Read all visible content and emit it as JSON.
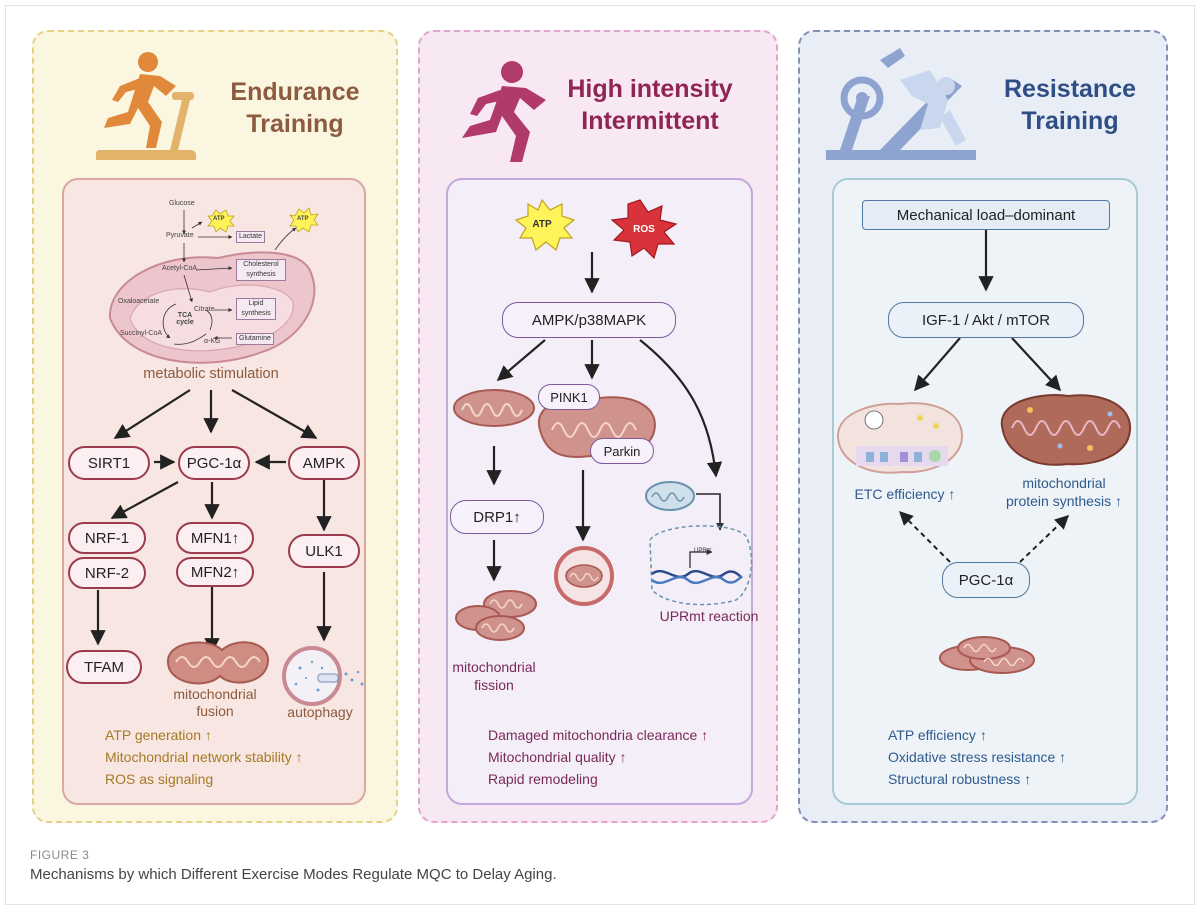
{
  "panels": {
    "endurance": {
      "title_line1": "Endurance",
      "title_line2": "Training",
      "metabolic": {
        "glucose": "Glucose",
        "pyruvate": "Pyruvate",
        "atp1": "ATP",
        "atp2": "ATP",
        "lactate": "Lactate",
        "acetyl_coa": "Acetyl-CoA",
        "cholesterol": "Cholesterol synthesis",
        "oxaloacetate": "Oxaloacetate",
        "citrate": "Citrate",
        "lipid": "Lipid synthesis",
        "tca": "TCA cycle",
        "succinyl_coa": "Succinyl-CoA",
        "akg": "α-KG",
        "glutamine": "Glutamine"
      },
      "metabolic_label": "metabolic stimulation",
      "nodes": {
        "sirt1": "SIRT1",
        "pgc1a": "PGC-1α",
        "ampk": "AMPK",
        "nrf1": "NRF-1",
        "nrf2": "NRF-2",
        "mfn1": "MFN1↑",
        "mfn2": "MFN2↑",
        "ulk1": "ULK1",
        "tfam": "TFAM"
      },
      "fusion_label": "mitochondrial fusion",
      "autophagy_label": "autophagy",
      "outcomes": [
        "ATP generation ↑",
        "Mitochondrial network stability ↑",
        "ROS as signaling"
      ]
    },
    "hiit": {
      "title_line1": "High intensity",
      "title_line2": "Intermittent",
      "atp": "ATP",
      "ros": "ROS",
      "nodes": {
        "ampk_p38": "AMPK/p38MAPK",
        "pink1": "PINK1",
        "parkin": "Parkin",
        "drp1": "DRP1↑"
      },
      "uprmt_small": "UPRᵐᵗ",
      "fission_label": "mitochondrial fission",
      "uprmt_label": "UPRmt reaction",
      "outcomes": [
        "Damaged mitochondria clearance ↑",
        "Mitochondrial quality ↑",
        "Rapid remodeling"
      ]
    },
    "resistance": {
      "title_line1": "Resistance",
      "title_line2": "Training",
      "nodes": {
        "mech": "Mechanical load–dominant",
        "igf": "IGF-1 / Akt / mTOR",
        "pgc1a": "PGC-1α"
      },
      "etc_label": "ETC efficiency ↑",
      "protein_label_line1": "mitochondrial",
      "protein_label_line2": "protein synthesis ↑",
      "outcomes": [
        "ATP efficiency ↑",
        "Oxidative stress resistance ↑",
        "Structural robustness ↑"
      ]
    }
  },
  "caption": {
    "figure": "FIGURE 3",
    "text": "Mechanisms by which Different Exercise Modes Regulate MQC to Delay Aging."
  },
  "colors": {
    "endurance_accent": "#8c5a3e",
    "hiit_accent": "#8f2552",
    "resistance_accent": "#2f4e86",
    "runner_orange": "#e0893a",
    "runner_magenta": "#b03a6a"
  }
}
